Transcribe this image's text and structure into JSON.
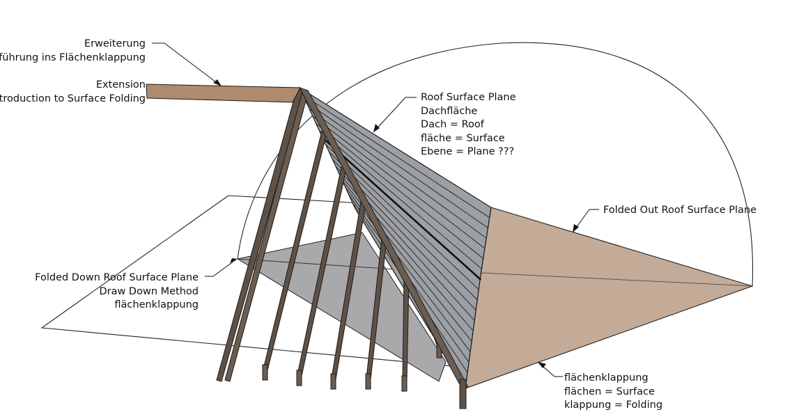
{
  "labels": {
    "extension_de": [
      "Erweiterung",
      "Einführung ins Flächenklappung"
    ],
    "extension_en": [
      "Extension",
      "Introduction to Surface Folding"
    ],
    "roof_plane": [
      "Roof Surface Plane",
      "Dachfläche",
      "Dach = Roof",
      "fläche = Surface",
      "Ebene = Plane ???"
    ],
    "folded_out": "Folded Out Roof Surface Plane",
    "folded_down": [
      "Folded Down Roof Surface Plane",
      "Draw Down Method",
      "flächenklappung"
    ],
    "folding_terms": [
      "flächenklappung",
      "flächen = Surface",
      "klappung = Folding"
    ]
  },
  "colors": {
    "roof_surface": "#9c9fa3",
    "folded_down_plane": "#a9a9ab",
    "folded_out_plane": "#c3ab97",
    "rafter": "#5e5147",
    "beam": "#b08a6c",
    "outline": "#1a1a1a"
  }
}
